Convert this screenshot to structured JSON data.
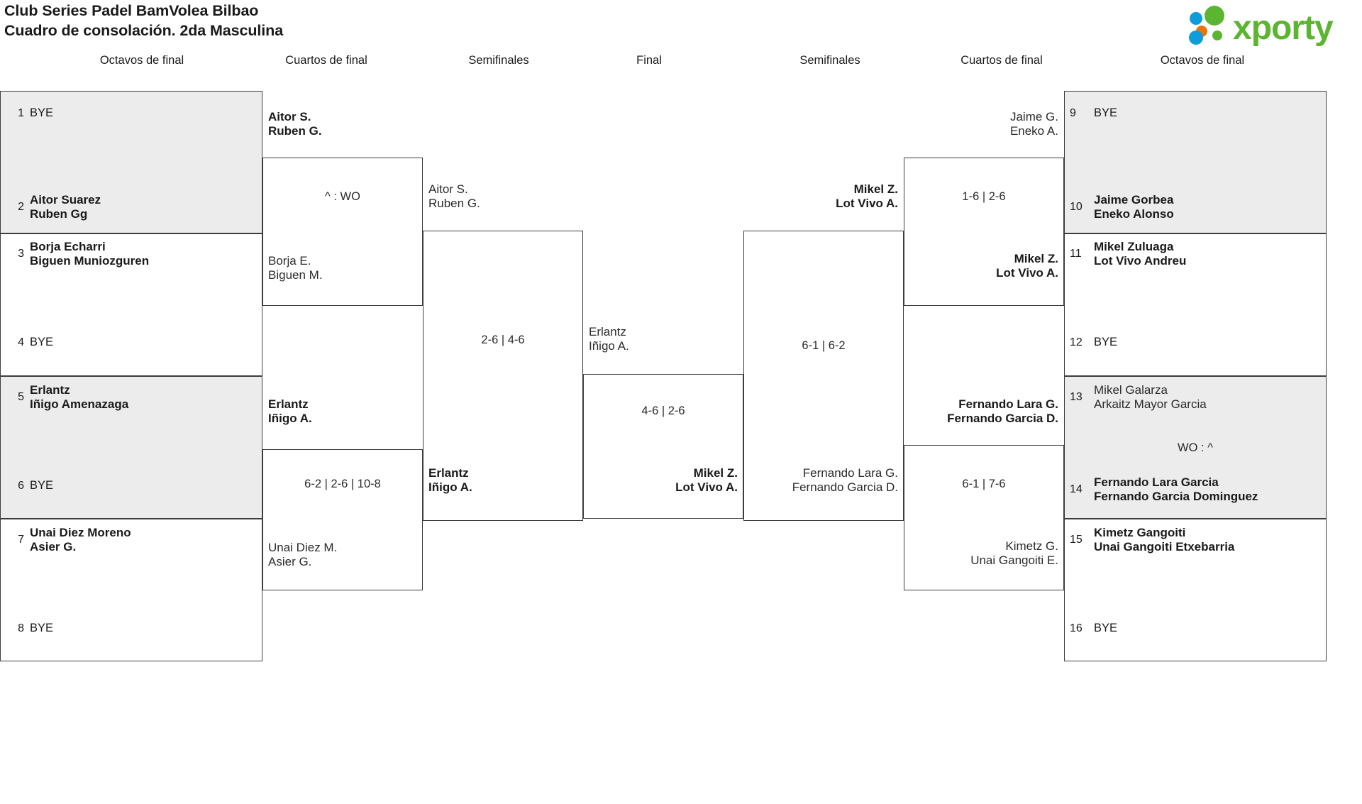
{
  "header": {
    "title_line1": "Club Series Padel BamVolea Bilbao",
    "title_line2": "Cuadro de consolación. 2da Masculina",
    "logo_text": "xporty",
    "logo_colors": {
      "green": "#5cb531",
      "blue": "#0d9ddb",
      "orange": "#e8740c"
    }
  },
  "round_headers": {
    "left_octavos": "Octavos de final",
    "left_cuartos": "Cuartos de final",
    "left_semis": "Semifinales",
    "final": "Final",
    "right_semis": "Semifinales",
    "right_cuartos": "Cuartos de final",
    "right_octavos": "Octavos de final"
  },
  "bracket": {
    "left_octavos": [
      {
        "seed": "1",
        "line1": "BYE",
        "line2": "",
        "state": "bye"
      },
      {
        "seed": "2",
        "line1": "Aitor Suarez",
        "line2": "Ruben Gg",
        "state": "win"
      },
      {
        "seed": "3",
        "line1": "Borja Echarri",
        "line2": "Biguen Muniozguren",
        "state": "win"
      },
      {
        "seed": "4",
        "line1": "BYE",
        "line2": "",
        "state": "bye"
      },
      {
        "seed": "5",
        "line1": "Erlantz",
        "line2": "Iñigo Amenazaga",
        "state": "win"
      },
      {
        "seed": "6",
        "line1": "BYE",
        "line2": "",
        "state": "bye"
      },
      {
        "seed": "7",
        "line1": "Unai Diez Moreno",
        "line2": "Asier G.",
        "state": "win"
      },
      {
        "seed": "8",
        "line1": "BYE",
        "line2": "",
        "state": "bye"
      }
    ],
    "right_octavos": [
      {
        "seed": "9",
        "line1": "BYE",
        "line2": "",
        "state": "bye"
      },
      {
        "seed": "10",
        "line1": "Jaime Gorbea",
        "line2": "Eneko Alonso",
        "state": "win"
      },
      {
        "seed": "11",
        "line1": "Mikel Zuluaga",
        "line2": "Lot Vivo Andreu",
        "state": "win"
      },
      {
        "seed": "12",
        "line1": "BYE",
        "line2": "",
        "state": "bye"
      },
      {
        "seed": "13",
        "line1": "Mikel Galarza",
        "line2": "Arkaitz Mayor Garcia",
        "state": "lose"
      },
      {
        "seed": "14",
        "line1": "Fernando Lara Garcia",
        "line2": "Fernando Garcia Dominguez",
        "state": "win"
      },
      {
        "seed": "15",
        "line1": "Kimetz Gangoiti",
        "line2": "Unai Gangoiti Etxebarria",
        "state": "win"
      },
      {
        "seed": "16",
        "line1": "BYE",
        "line2": "",
        "state": "bye"
      }
    ],
    "left_cuartos": [
      {
        "top_l1": "Aitor S.",
        "top_l2": "Ruben G.",
        "top_state": "win",
        "score": "^ : WO",
        "bot_l1": "Borja E.",
        "bot_l2": "Biguen M.",
        "bot_state": "lose"
      },
      {
        "top_l1": "Erlantz",
        "top_l2": "Iñigo A.",
        "top_state": "win",
        "score": "6-2 | 2-6 | 10-8",
        "bot_l1": "Unai Diez M.",
        "bot_l2": "Asier G.",
        "bot_state": "lose"
      }
    ],
    "right_cuartos": [
      {
        "top_l1": "Jaime G.",
        "top_l2": "Eneko A.",
        "top_state": "lose",
        "score": "1-6 | 2-6",
        "bot_l1": "Mikel Z.",
        "bot_l2": "Lot Vivo A.",
        "bot_state": "win"
      },
      {
        "top_l1": "Fernando Lara G.",
        "top_l2": "Fernando Garcia D.",
        "top_state": "win",
        "score": "6-1 | 7-6",
        "bot_l1": "Kimetz G.",
        "bot_l2": "Unai Gangoiti E.",
        "bot_state": "lose"
      }
    ],
    "left_semis": {
      "top_l1": "Aitor S.",
      "top_l2": "Ruben G.",
      "top_state": "lose",
      "score": "2-6 | 4-6",
      "bot_l1": "Erlantz",
      "bot_l2": "Iñigo A.",
      "bot_state": "win"
    },
    "right_semis": {
      "top_l1": "Mikel Z.",
      "top_l2": "Lot Vivo A.",
      "top_state": "win",
      "score": "6-1 | 6-2",
      "bot_l1": "Fernando Lara G.",
      "bot_l2": "Fernando Garcia D.",
      "bot_state": "lose"
    },
    "final": {
      "left_l1": "Erlantz",
      "left_l2": "Iñigo A.",
      "left_state": "lose",
      "score": "4-6 | 2-6",
      "right_l1": "Mikel Z.",
      "right_l2": "Lot Vivo A.",
      "right_state": "win"
    }
  },
  "assets": {
    "wo_symbol_note": "WO"
  }
}
